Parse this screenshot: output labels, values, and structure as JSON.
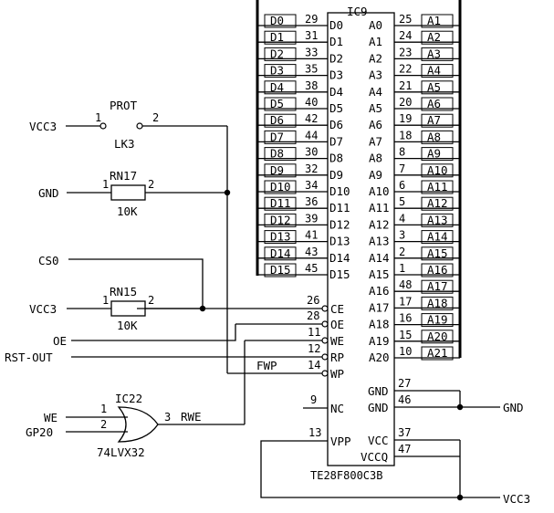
{
  "chip": {
    "ref": "IC9",
    "part": "TE28F800C3B",
    "data_pins": [
      {
        "net": "D0",
        "num": "29",
        "name": "D0"
      },
      {
        "net": "D1",
        "num": "31",
        "name": "D1"
      },
      {
        "net": "D2",
        "num": "33",
        "name": "D2"
      },
      {
        "net": "D3",
        "num": "35",
        "name": "D3"
      },
      {
        "net": "D4",
        "num": "38",
        "name": "D4"
      },
      {
        "net": "D5",
        "num": "40",
        "name": "D5"
      },
      {
        "net": "D6",
        "num": "42",
        "name": "D6"
      },
      {
        "net": "D7",
        "num": "44",
        "name": "D7"
      },
      {
        "net": "D8",
        "num": "30",
        "name": "D8"
      },
      {
        "net": "D9",
        "num": "32",
        "name": "D9"
      },
      {
        "net": "D10",
        "num": "34",
        "name": "D10"
      },
      {
        "net": "D11",
        "num": "36",
        "name": "D11"
      },
      {
        "net": "D12",
        "num": "39",
        "name": "D12"
      },
      {
        "net": "D13",
        "num": "41",
        "name": "D13"
      },
      {
        "net": "D14",
        "num": "43",
        "name": "D14"
      },
      {
        "net": "D15",
        "num": "45",
        "name": "D15"
      }
    ],
    "addr_pins": [
      {
        "name": "A0",
        "num": "25",
        "net": "A1"
      },
      {
        "name": "A1",
        "num": "24",
        "net": "A2"
      },
      {
        "name": "A2",
        "num": "23",
        "net": "A3"
      },
      {
        "name": "A3",
        "num": "22",
        "net": "A4"
      },
      {
        "name": "A4",
        "num": "21",
        "net": "A5"
      },
      {
        "name": "A5",
        "num": "20",
        "net": "A6"
      },
      {
        "name": "A6",
        "num": "19",
        "net": "A7"
      },
      {
        "name": "A7",
        "num": "18",
        "net": "A8"
      },
      {
        "name": "A8",
        "num": "8",
        "net": "A9"
      },
      {
        "name": "A9",
        "num": "7",
        "net": "A10"
      },
      {
        "name": "A10",
        "num": "6",
        "net": "A11"
      },
      {
        "name": "A11",
        "num": "5",
        "net": "A12"
      },
      {
        "name": "A12",
        "num": "4",
        "net": "A13"
      },
      {
        "name": "A13",
        "num": "3",
        "net": "A14"
      },
      {
        "name": "A14",
        "num": "2",
        "net": "A15"
      },
      {
        "name": "A15",
        "num": "1",
        "net": "A16"
      },
      {
        "name": "A16",
        "num": "48",
        "net": "A17"
      },
      {
        "name": "A17",
        "num": "17",
        "net": "A18"
      },
      {
        "name": "A18",
        "num": "16",
        "net": "A19"
      },
      {
        "name": "A19",
        "num": "15",
        "net": "A20"
      },
      {
        "name": "A20",
        "num": "10",
        "net": "A21"
      }
    ],
    "ctrl_pins": [
      {
        "num": "26",
        "name": "CE"
      },
      {
        "num": "28",
        "name": "OE"
      },
      {
        "num": "11",
        "name": "WE"
      },
      {
        "num": "12",
        "name": "RP"
      },
      {
        "num": "14",
        "name": "WP"
      }
    ],
    "nc": {
      "num": "9",
      "name": "NC"
    },
    "vpp": {
      "num": "13",
      "name": "VPP"
    },
    "gnd_pins": [
      {
        "num": "27",
        "name": "GND"
      },
      {
        "num": "46",
        "name": "GND"
      }
    ],
    "vcc_pins": [
      {
        "num": "37",
        "name": "VCC"
      },
      {
        "num": "47",
        "name": "VCCQ"
      }
    ]
  },
  "link": {
    "ref": "LK3",
    "label": "PROT",
    "pin1": "1",
    "pin2": "2"
  },
  "res_a": {
    "ref": "RN17",
    "value": "10K",
    "pin1": "1",
    "pin2": "2"
  },
  "res_b": {
    "ref": "RN15",
    "value": "10K",
    "pin1": "1",
    "pin2": "2"
  },
  "gate": {
    "ref": "IC22",
    "part": "74LVX32",
    "in1": "1",
    "in2": "2",
    "out": "3"
  },
  "nets": {
    "vcc3_top": "VCC3",
    "gnd_left": "GND",
    "cs0": "CS0",
    "vcc3_mid": "VCC3",
    "oe": "OE",
    "rst_out": "RST-OUT",
    "fwp": "FWP",
    "we_in": "WE",
    "gp20": "GP20",
    "rwe": "RWE",
    "gnd_right": "GND",
    "vcc3_bottom": "VCC3"
  }
}
